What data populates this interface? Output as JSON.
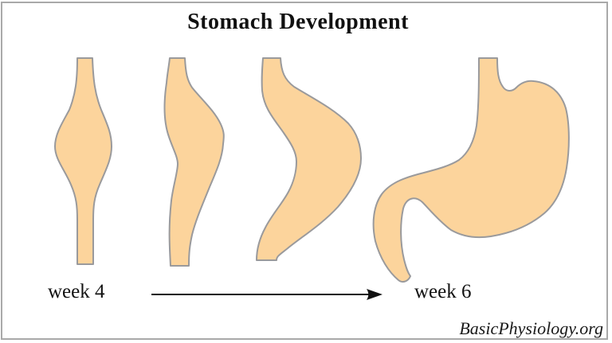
{
  "title": "Stomach Development",
  "timeline": {
    "start_label": "week 4",
    "end_label": "week 6"
  },
  "attribution": "BasicPhysiology.org",
  "colors": {
    "background": "#ffffff",
    "border": "#a9a9a9",
    "shape_fill": "#fcd49c",
    "shape_stroke": "#9a9a9c",
    "arrow": "#111111",
    "text": "#111111"
  }
}
